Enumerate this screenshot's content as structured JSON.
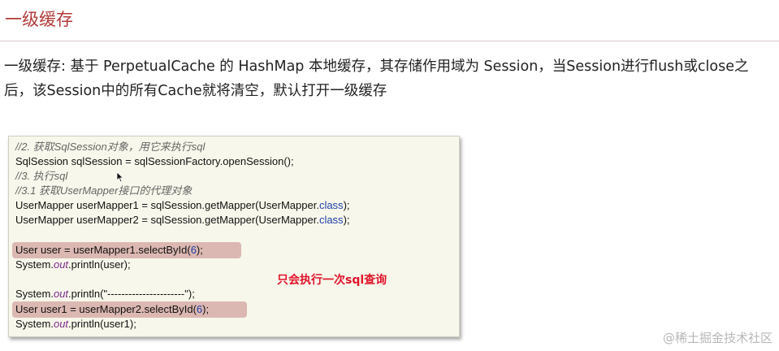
{
  "heading": "一级缓存",
  "paragraph": "一级缓存: 基于 PerpetualCache 的 HashMap 本地缓存，其存储作用域为 Session，当Session进行flush或close之后，该Session中的所有Cache就将清空，默认打开一级缓存",
  "code": {
    "l1": "//2. 获取SqlSession对象，用它来执行sql",
    "l2": "SqlSession sqlSession = sqlSessionFactory.openSession();",
    "l3": "//3. 执行sql",
    "l4": "//3.1 获取UserMapper接口的代理对象",
    "l5a": "UserMapper userMapper1 = sqlSession.getMapper(UserMapper.",
    "l5b": "class",
    "l5c": ");",
    "l6a": "UserMapper userMapper2 = sqlSession.getMapper(UserMapper.",
    "l6b": "class",
    "l6c": ");",
    "l7a": "User user = userMapper1.selectById(",
    "l7b": "6",
    "l7c": ");",
    "l8a": "System.",
    "l8b": "out",
    "l8c": ".println(user);",
    "l9a": "System.",
    "l9b": "out",
    "l9c": ".println(\"----------------------\");",
    "l10a": "User user1 = userMapper2.selectById(",
    "l10b": "6",
    "l10c": ");",
    "l11a": "System.",
    "l11b": "out",
    "l11c": ".println(user1);"
  },
  "note": "只会执行一次sql查询",
  "watermark": "@稀土掘金技术社区",
  "icons": {
    "cursor": "mouse-pointer-icon"
  },
  "colors": {
    "heading": "#b23a3a",
    "note": "#e0142a",
    "highlight": "#dcb8b2",
    "code_bg": "#f7f7eb"
  }
}
